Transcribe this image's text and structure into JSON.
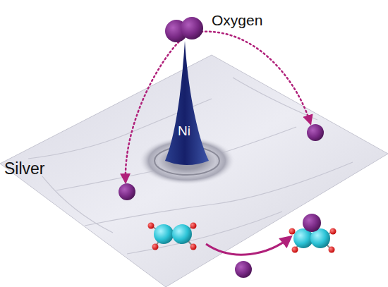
{
  "diagram": {
    "labels": [
      "Oxygen",
      "Ni",
      "Silver"
    ]
  }
}
